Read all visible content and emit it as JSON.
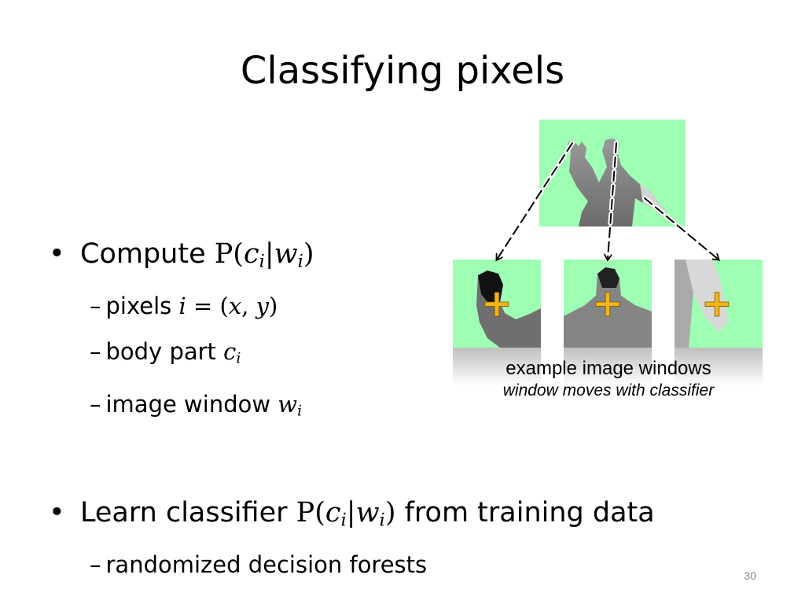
{
  "slide": {
    "title": "Classifying pixels",
    "page_number": "30"
  },
  "bullets": {
    "b1": {
      "marker": "•",
      "text": "Compute ",
      "math": {
        "P": "P",
        "lp": "(",
        "c": "c",
        "i": "i",
        "bar": "|",
        "w": "w",
        "rp": ")"
      }
    },
    "s1": {
      "dash": "–",
      "text": "pixels ",
      "math": {
        "i": "i",
        "eq": " = (",
        "x": "x",
        "comma": ", ",
        "y": "y",
        "rp": ")"
      }
    },
    "s2": {
      "dash": "–",
      "text": "body part ",
      "math": {
        "c": "c",
        "i": "i"
      }
    },
    "s3": {
      "dash": "–",
      "text": "image window ",
      "math": {
        "w": "w",
        "i": "i"
      }
    },
    "b2": {
      "marker": "•",
      "text": "Learn classifier ",
      "math": {
        "P": "P",
        "lp": "(",
        "c": "c",
        "i": "i",
        "bar": "|",
        "w": "w",
        "rp": ")"
      },
      "tail": " from training data"
    },
    "s4": {
      "dash": "–",
      "text": "randomized decision forests"
    }
  },
  "figure": {
    "caption_line1": "example image windows",
    "caption_line2": "window moves with classifier",
    "plus_glyph": "+",
    "background_color": "#9dfeb4",
    "plus_color": "#f6b516"
  }
}
